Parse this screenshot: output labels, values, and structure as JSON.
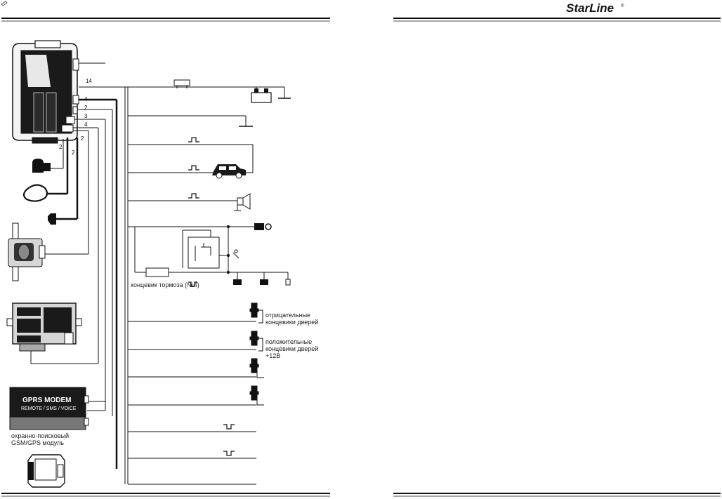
{
  "header": {
    "brand": "StarLine",
    "trademark": "®"
  },
  "wire_numbers": {
    "w14": "14",
    "w4a": "4",
    "w2a": "2",
    "w3": "3",
    "w4b": "4",
    "w2b": "2",
    "w2c": "2"
  },
  "modem": {
    "title": "GPRS MODEM",
    "subtitle": "REMOTE / SMS / VOICE"
  },
  "labels": {
    "module_line1": "охранно-поисковый",
    "module_line2": "GSM/GPS модуль",
    "brake_switch": "концевик тормоза (№4)",
    "door_neg_line1": "отрицательные",
    "door_neg_line2": "концевики дверей",
    "door_pos_line1": "положительные",
    "door_pos_line2": "концевики дверей",
    "door_pos_line3": "+12В"
  }
}
